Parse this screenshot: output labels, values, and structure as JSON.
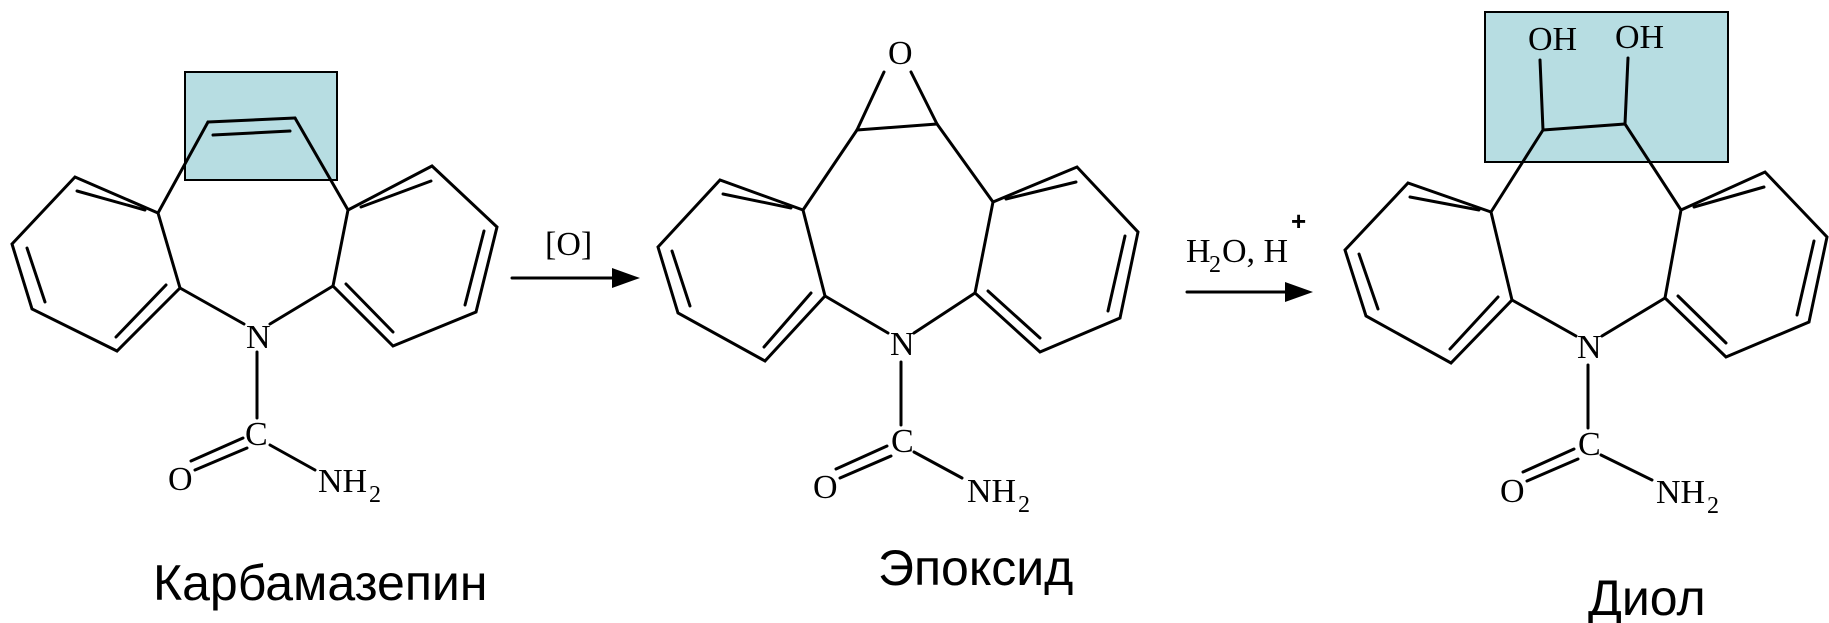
{
  "highlight_color": "#b7dde2",
  "compounds": [
    {
      "name": "Карбамазепин",
      "atoms": {
        "n": "N",
        "c": "C",
        "o": "O",
        "nh": "NH",
        "sub2": "2"
      }
    },
    {
      "name": "Эпоксид",
      "atoms": {
        "epoxide_o": "O",
        "n": "N",
        "c": "C",
        "o": "O",
        "nh": "NH",
        "sub2": "2"
      }
    },
    {
      "name": "Диол",
      "atoms": {
        "oh1": "OH",
        "oh2": "OH",
        "n": "N",
        "c": "C",
        "o": "O",
        "nh": "NH",
        "sub2": "2"
      }
    }
  ],
  "reactions": [
    {
      "reagent": "[O]"
    },
    {
      "reagent_h": "H",
      "reagent_sub": "2",
      "reagent_rest": "O, H",
      "reagent_charge": "+"
    }
  ]
}
